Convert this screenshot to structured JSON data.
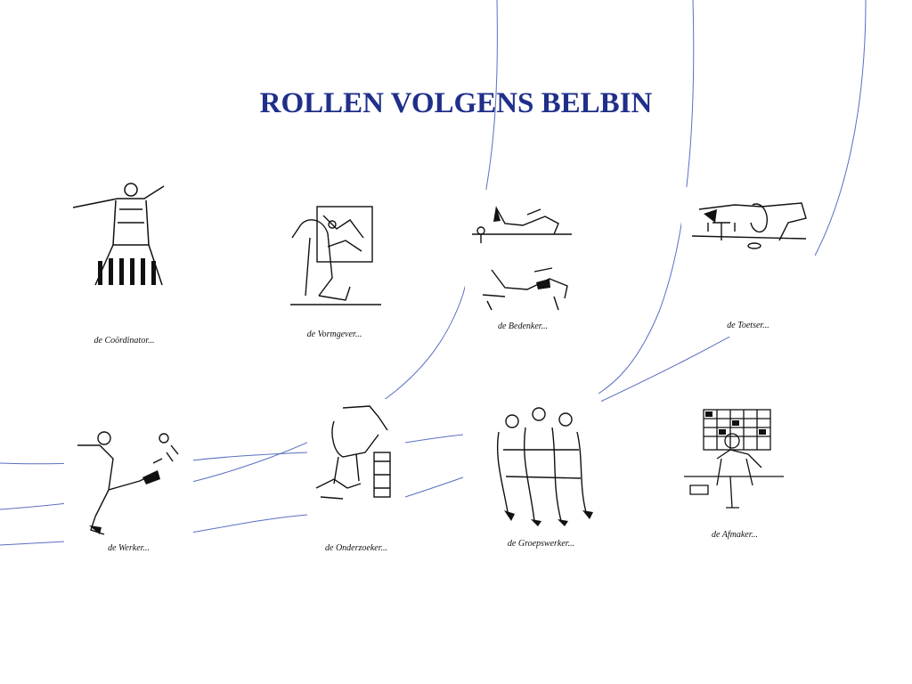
{
  "slide": {
    "title": "ROLLEN VOLGENS BELBIN",
    "accent_color": "#1f2f8a",
    "line_color": "#5a6fc0"
  },
  "roles": [
    {
      "caption": "de Coördinator...",
      "icon": "coordinator-pointing-figure"
    },
    {
      "caption": "de Vormgever...",
      "icon": "shaper-figure-at-map"
    },
    {
      "caption": "de Bedenker...",
      "icon": "plant-reclining-figures"
    },
    {
      "caption": "de Toetser...",
      "icon": "evaluator-figure-with-scales"
    },
    {
      "caption": "de Werker...",
      "icon": "worker-kicking-figure"
    },
    {
      "caption": "de Onderzoeker...",
      "icon": "resource-investigator-figure"
    },
    {
      "caption": "de Groepswerker...",
      "icon": "teamworker-group-figure"
    },
    {
      "caption": "de Afmaker...",
      "icon": "completer-figure-at-desk"
    }
  ]
}
